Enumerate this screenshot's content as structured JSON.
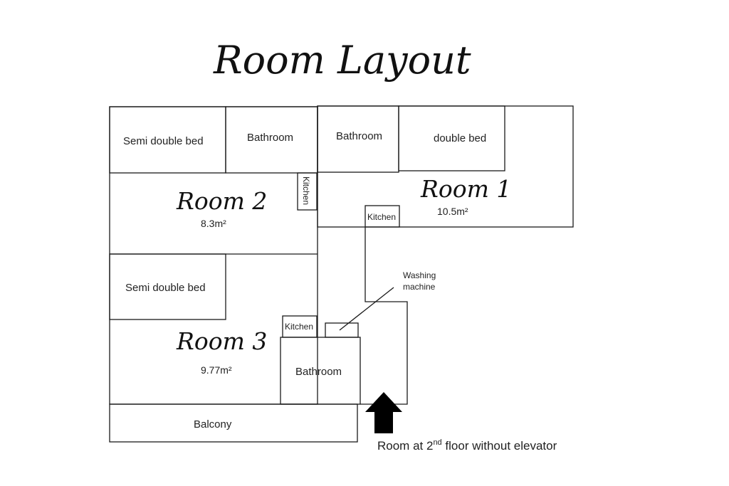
{
  "title": "Room Layout",
  "rooms": {
    "room1": {
      "name": "Room 1",
      "area": "10.5m²",
      "bed": "double bed",
      "bathroom": "Bathroom",
      "kitchen": "Kitchen"
    },
    "room2": {
      "name": "Room 2",
      "area": "8.3m²",
      "bed": "Semi double bed",
      "bathroom": "Bathroom",
      "kitchen": "Kitchen"
    },
    "room3": {
      "name": "Room 3",
      "area": "9.77m²",
      "bed": "Semi double bed",
      "bathroom": "Bathroom",
      "kitchen": "Kitchen"
    }
  },
  "balcony": "Balcony",
  "washing_machine": {
    "line1": "Washing",
    "line2": "machine"
  },
  "entrance_note": {
    "before": "Room at 2",
    "sup": "nd",
    "after": " floor without elevator"
  }
}
